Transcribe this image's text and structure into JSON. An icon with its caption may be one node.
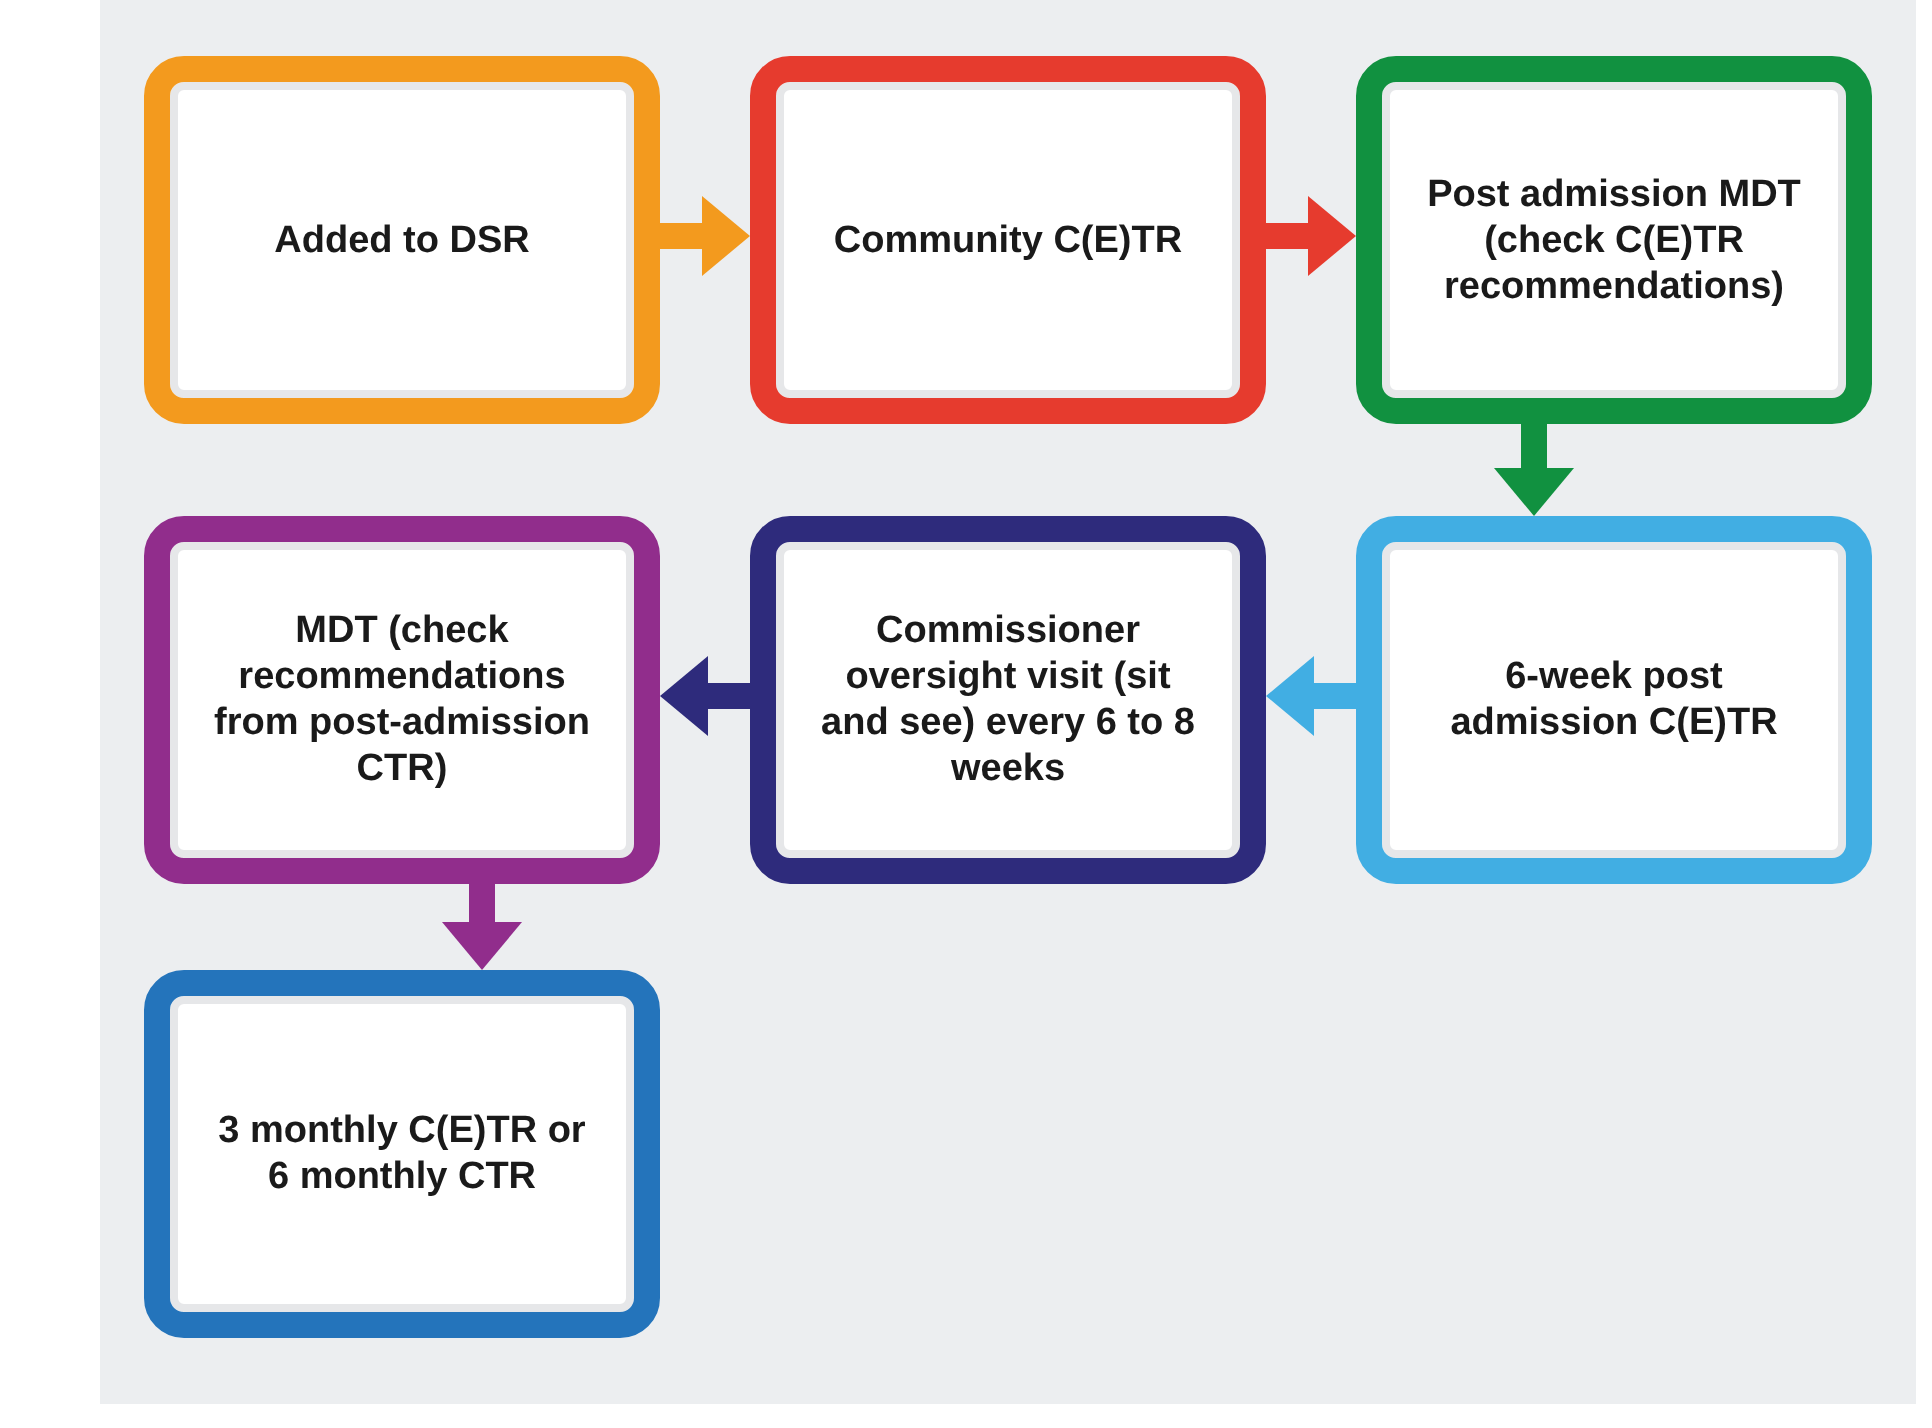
{
  "diagram": {
    "nodes": [
      {
        "text": [
          "Added to DSR"
        ]
      },
      {
        "text": [
          "Community C(E)TR"
        ]
      },
      {
        "text": [
          "Post admission MDT (check C(E)TR recommendations)"
        ]
      },
      {
        "text": [
          "MDT (check recommendations from post-admission CTR)"
        ]
      },
      {
        "text": [
          "Commissioner oversight visit (sit and see) every 6 to 8 weeks"
        ]
      },
      {
        "text": [
          "6-week post admission C(E)TR"
        ]
      },
      {
        "text": [
          "3 monthly C(E)TR or 6 monthly CTR"
        ]
      }
    ],
    "edges": [
      {
        "from": 0,
        "to": 1,
        "arrow": "to",
        "color": "#f39a1e"
      },
      {
        "from": 1,
        "to": 2,
        "arrow": "to",
        "color": "#e63b2e"
      },
      {
        "from": 2,
        "to": 5,
        "arrow": "to",
        "color": "#119140"
      },
      {
        "from": 5,
        "to": 4,
        "arrow": "to",
        "color": "#41aee3"
      },
      {
        "from": 4,
        "to": 3,
        "arrow": "to",
        "color": "#2e2b7c"
      },
      {
        "from": 3,
        "to": 6,
        "arrow": "to",
        "color": "#912d8c"
      }
    ]
  }
}
